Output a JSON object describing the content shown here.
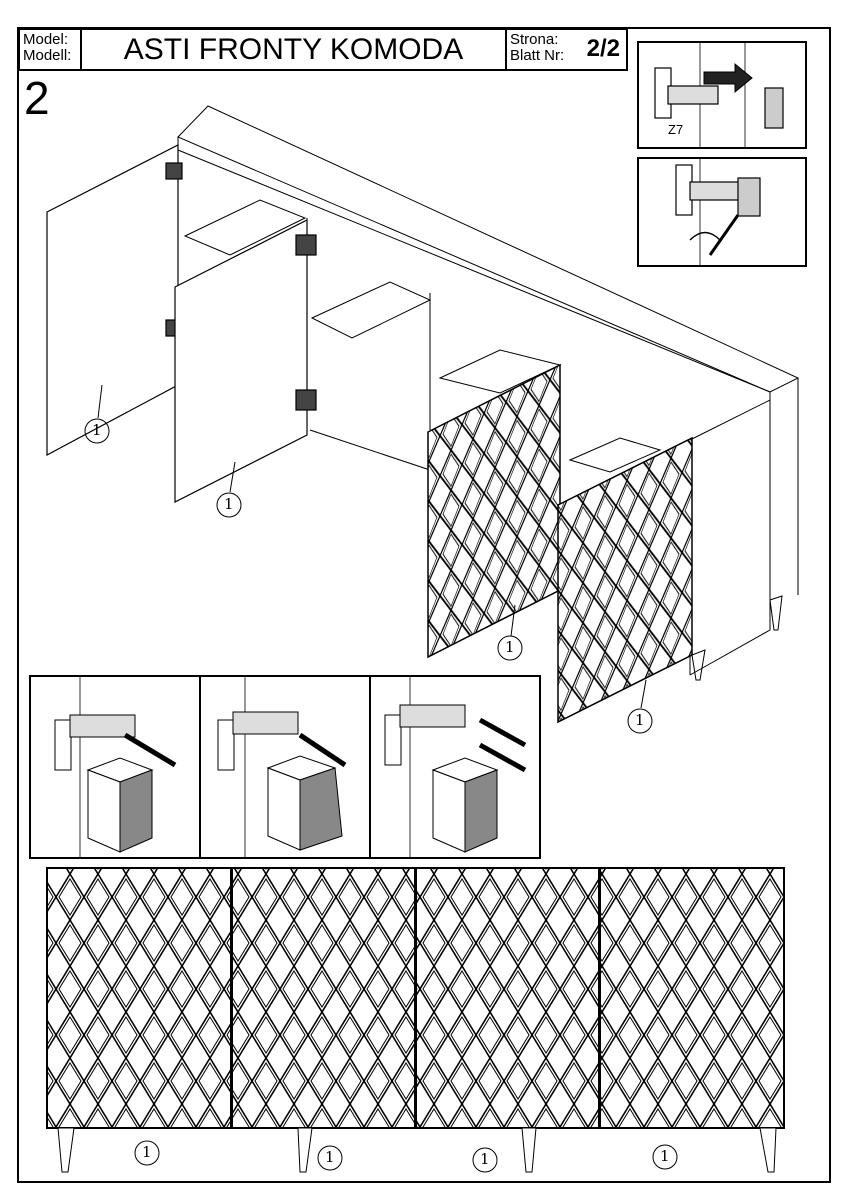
{
  "header": {
    "model_label_1": "Model:",
    "model_label_2": "Modell:",
    "title": "ASTI FRONTY KOMODA",
    "page_label_1": "Strona:",
    "page_label_2": "Blatt Nr:",
    "page_number": "2/2"
  },
  "step_number": "2",
  "inset_top": {
    "part_code": "Z7"
  },
  "part_labels": {
    "door_1": "1",
    "door_2": "1",
    "door_3": "1",
    "door_4": "1",
    "front_1": "1",
    "front_2": "1",
    "front_3": "1",
    "front_4": "1"
  }
}
